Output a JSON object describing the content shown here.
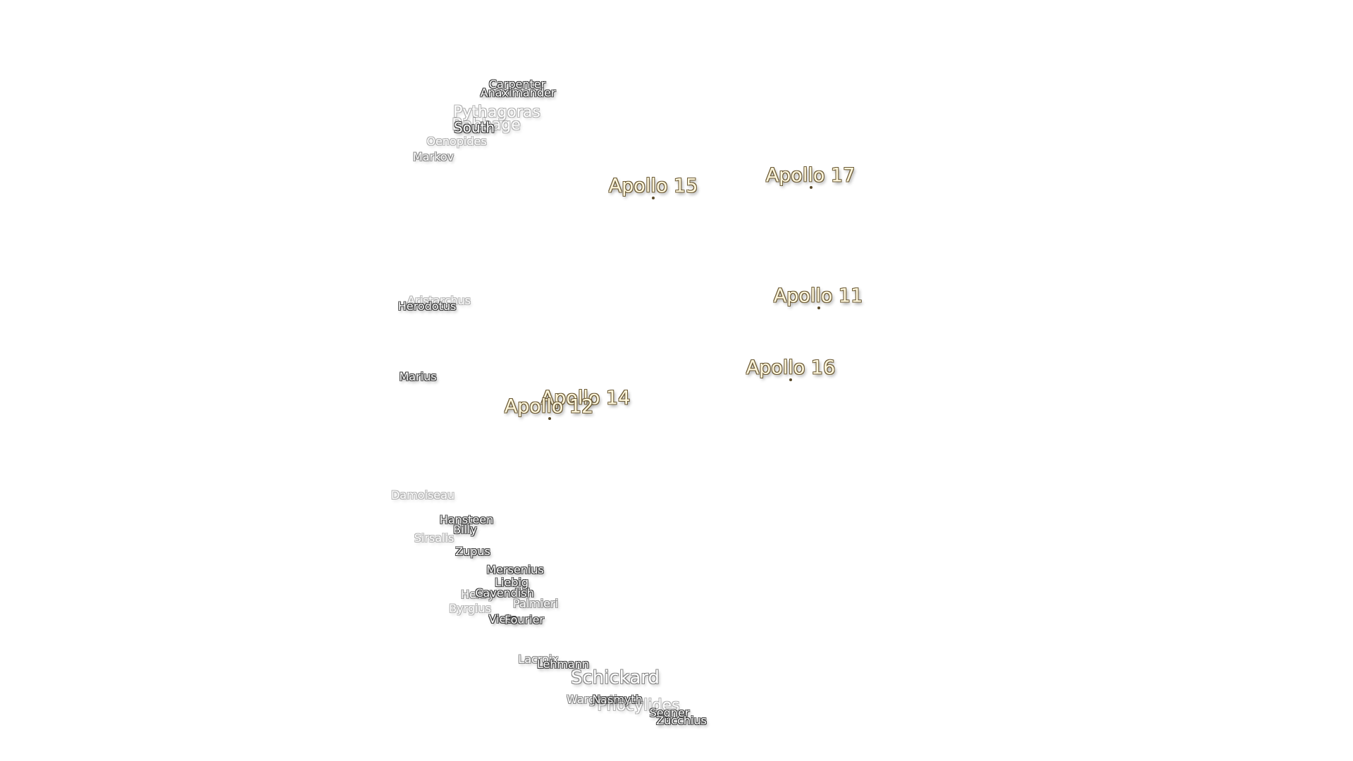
{
  "apollo_sites": [
    {
      "id": "apollo15",
      "name": "Apollo 15"
    },
    {
      "id": "apollo17",
      "name": "Apollo 17"
    },
    {
      "id": "apollo11",
      "name": "Apollo 11"
    },
    {
      "id": "apollo16",
      "name": "Apollo 16"
    },
    {
      "id": "apollo14",
      "name": "Apollo 14"
    },
    {
      "id": "apollo12",
      "name": "Apollo 12"
    }
  ],
  "craters": {
    "carpenter": "Carpenter",
    "anaximander": "Anaximander",
    "pythagoras": "Pythagoras",
    "babbage": "Babbage",
    "south": "South",
    "oenopides": "Oenopides",
    "markov": "Markov",
    "aristarchus": "Aristarchus",
    "herodotus": "Herodotus",
    "marius": "Marius",
    "damoiseau": "Damoiseau",
    "hansteen": "Hansteen",
    "billy": "Billy",
    "sirsalis": "Sirsalis",
    "zupus": "Zupus",
    "mersenius": "Mersenius",
    "liebig": "Liebig",
    "henry": "Henry",
    "cavendish": "Cavendish",
    "palmieri": "Palmieri",
    "byrgius": "Byrgius",
    "vieta": "Vieta",
    "fourier": "Fourier",
    "lacroix": "Lacroix",
    "lehmann": "Lehmann",
    "schickard": "Schickard",
    "wargentin": "Wargentin",
    "nasmyth": "Nasmyth",
    "phocylides": "Phocylides",
    "segner": "Segner",
    "zucchius": "Zucchius"
  }
}
